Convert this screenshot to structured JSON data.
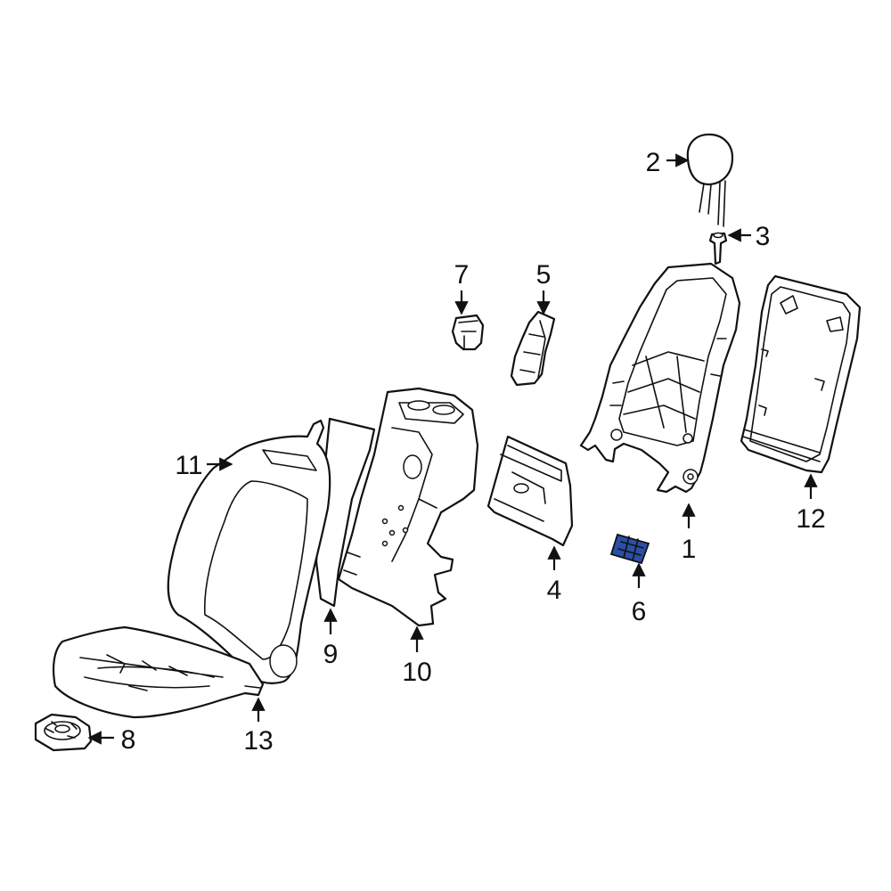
{
  "colors": {
    "line": "#111111",
    "background": "#ffffff",
    "highlight_part": "#2a4fa8"
  },
  "callouts": {
    "p1": "1",
    "p2": "2",
    "p3": "3",
    "p4": "4",
    "p5": "5",
    "p6": "6",
    "p7": "7",
    "p8": "8",
    "p9": "9",
    "p10": "10",
    "p11": "11",
    "p12": "12",
    "p13": "13"
  }
}
